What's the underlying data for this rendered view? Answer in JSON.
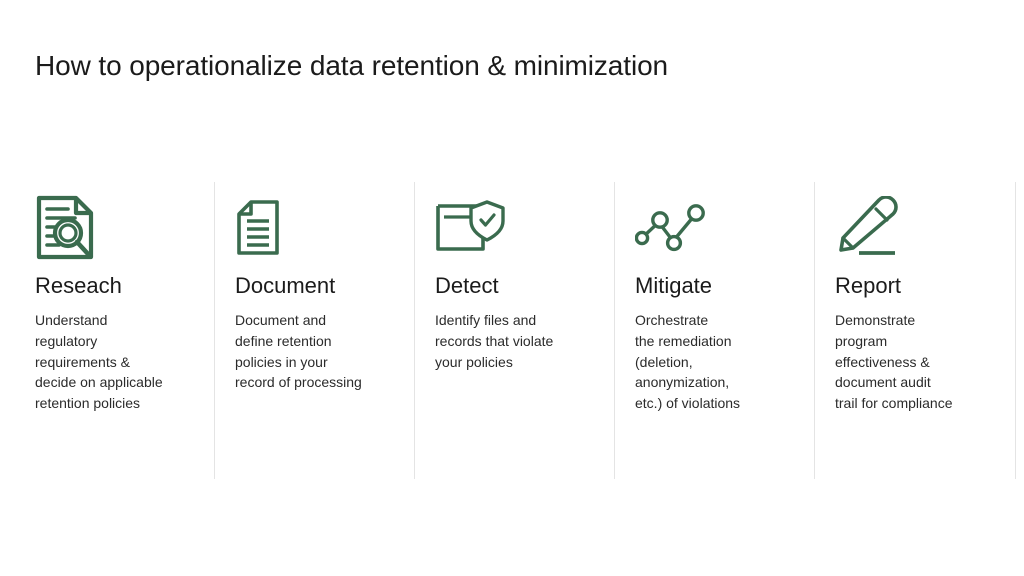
{
  "slide": {
    "title": "How to operationalize data retention & minimization",
    "background_color": "#ffffff",
    "title_color": "#1b1b1b",
    "accent_color": "#3a6b4e",
    "divider_color": "#e4e4e4"
  },
  "columns": [
    {
      "icon": "document-magnifier-icon",
      "heading": "Reseach",
      "description": "Understand\nregulatory\nrequirements &\ndecide on applicable\nretention policies"
    },
    {
      "icon": "document-lines-icon",
      "heading": "Document",
      "description": "Document and\ndefine retention\npolicies in your\nrecord of processing"
    },
    {
      "icon": "document-shield-check-icon",
      "heading": "Detect",
      "description": "Identify files and\nrecords that violate\nyour policies"
    },
    {
      "icon": "network-nodes-icon",
      "heading": "Mitigate",
      "description": "Orchestrate\nthe remediation\n(deletion,\nanonymization,\n etc.) of violations"
    },
    {
      "icon": "pencil-underline-icon",
      "heading": "Report",
      "description": "Demonstrate\nprogram\neffectiveness &\ndocument audit\ntrail for compliance"
    }
  ]
}
